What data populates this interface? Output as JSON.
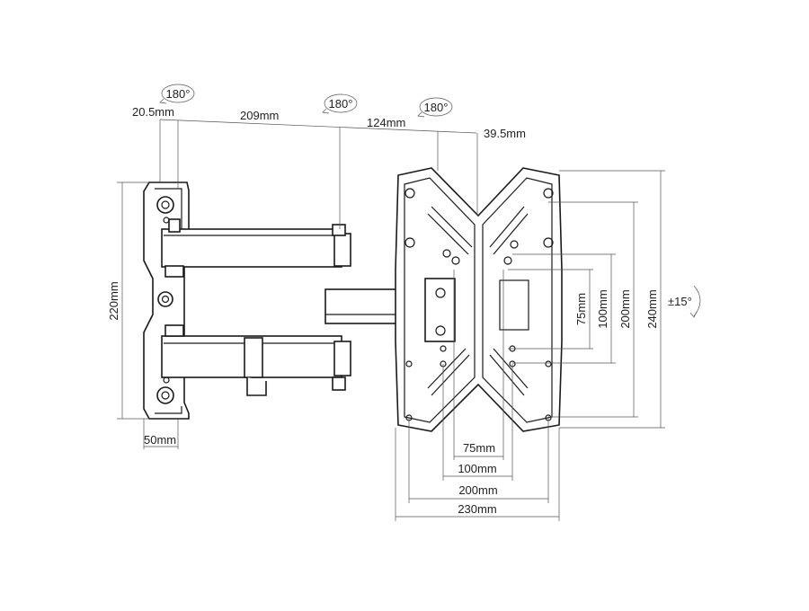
{
  "labels": {
    "rot1": "180°",
    "rot2": "180°",
    "rot3": "180°",
    "d_20_5": "20.5mm",
    "d_209": "209mm",
    "d_124": "124mm",
    "d_39_5": "39.5mm",
    "d_220": "220mm",
    "d_50": "50mm",
    "d_75v": "75mm",
    "d_100v": "100mm",
    "d_200v": "200mm",
    "d_240v": "240mm",
    "tilt": "±15°",
    "d_75h": "75mm",
    "d_100h": "100mm",
    "d_200h": "200mm",
    "d_230h": "230mm"
  }
}
